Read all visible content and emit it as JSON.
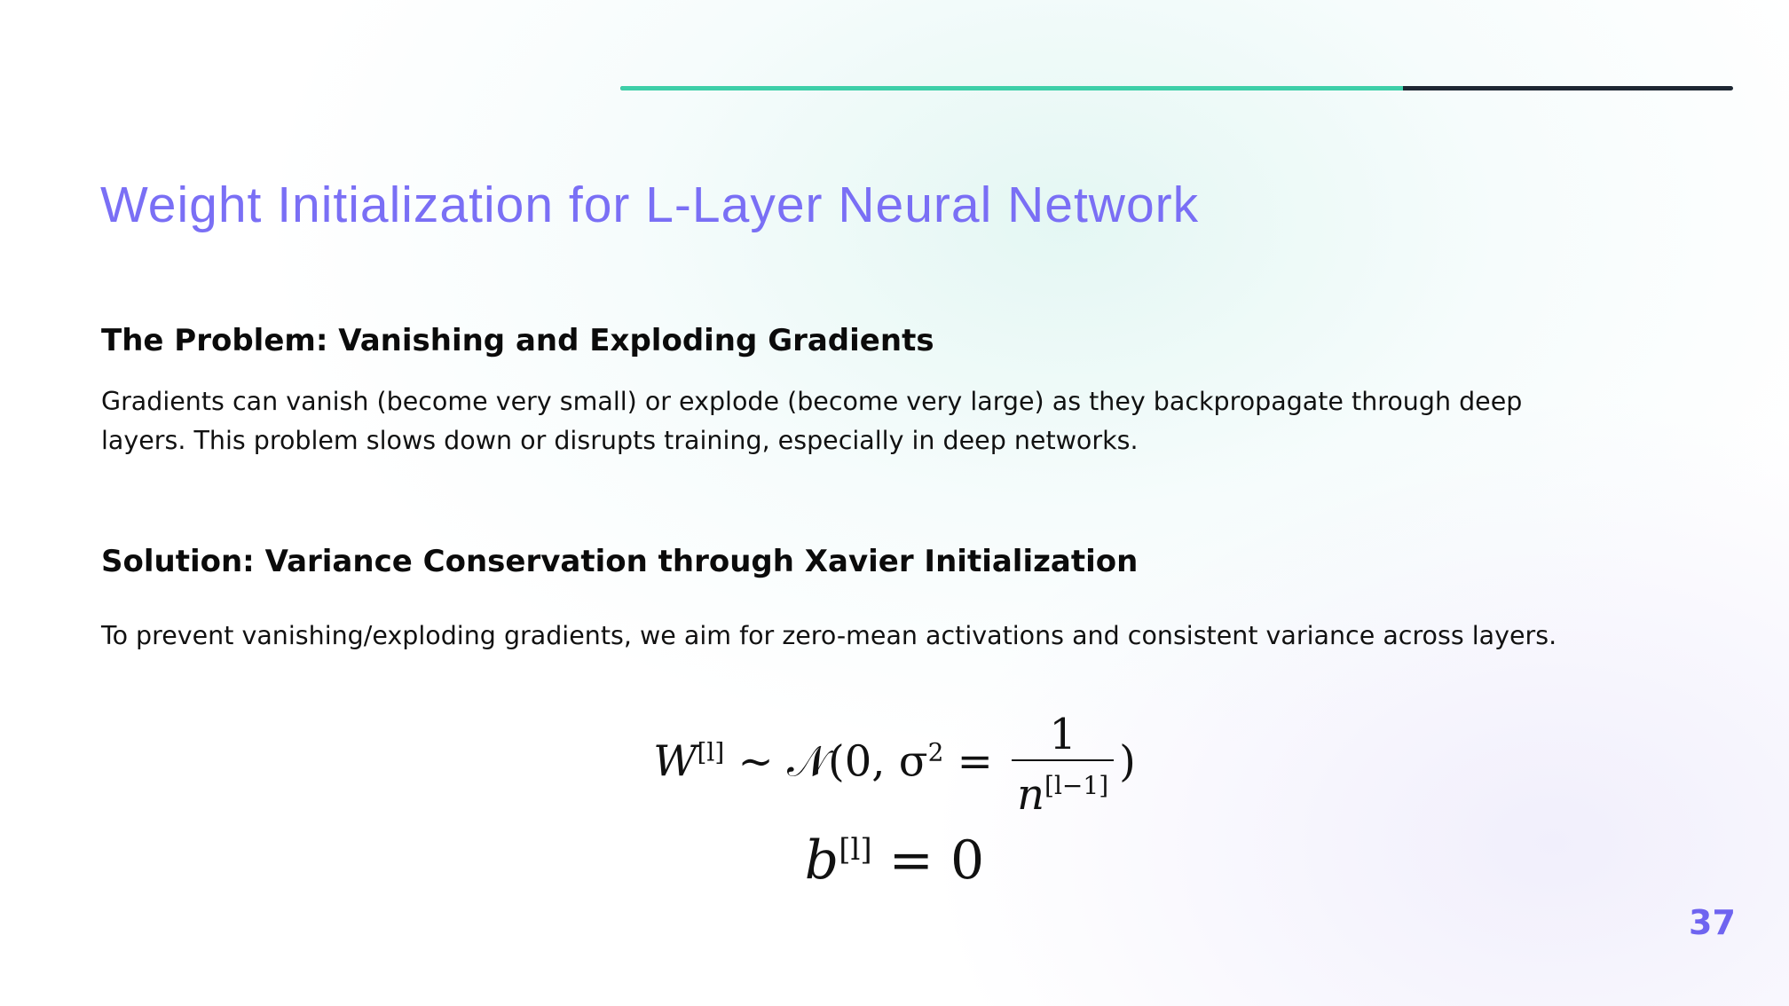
{
  "progress": {
    "fraction": 0.703,
    "fill_color": "#3dcfa8",
    "track_color": "#1e2733"
  },
  "title": "Weight Initialization for L-Layer Neural Network",
  "section1": {
    "heading": "The Problem: Vanishing and Exploding Gradients",
    "body": "Gradients can vanish (become very small) or explode (become very large) as they backpropagate through deep layers. This problem slows down or disrupts training, especially in deep networks."
  },
  "section2": {
    "heading": "Solution: Variance Conservation through Xavier Initialization",
    "body": "To prevent vanishing/exploding gradients, we aim for zero-mean activations and consistent variance across layers."
  },
  "equations": {
    "eq1_lhs": "W",
    "eq1_lhs_sup": "[l]",
    "eq1_mid": " ∼ 𝒩(0, σ",
    "eq1_sigma_sup": "2",
    "eq1_eq": " = ",
    "eq1_num": "1",
    "eq1_den": "n",
    "eq1_den_sup": "[l−1]",
    "eq1_close": ")",
    "eq2_lhs": "b",
    "eq2_lhs_sup": "[l]",
    "eq2_rhs": " = 0"
  },
  "page_number": "37"
}
